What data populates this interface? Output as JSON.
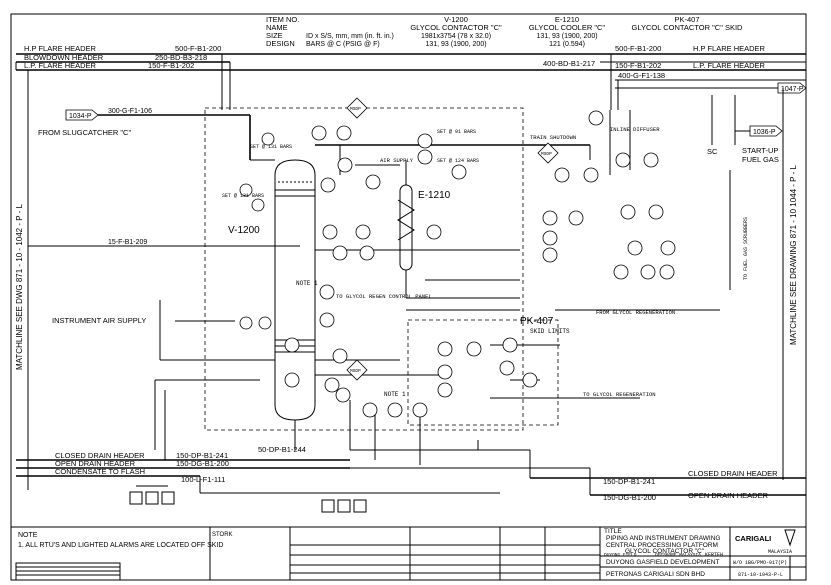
{
  "header_block": {
    "item_no": "ITEM NO.",
    "name": "NAME",
    "size": "SIZE",
    "design": "DESIGN",
    "size_units": "ID x S/S, mm, mm (in. ft. in.)",
    "design_units": "BARS @ C (PSIG @ F)",
    "v1200_tag": "V-1200",
    "v1200_name": "GLYCOL CONTACTOR \"C\"",
    "v1200_size": "1981x3754 (78 x 32.0)",
    "v1200_design": "131, 93 (1900, 200)",
    "e1210_tag": "E-1210",
    "e1210_name": "GLYCOL COOLER \"C\"",
    "e1210_size": "131, 93 (1900, 200)",
    "e1210_design": "121 (0.594)",
    "pk407_tag": "PK-407",
    "pk407_name": "GLYCOL CONTACTOR \"C\" SKID"
  },
  "headers_top": {
    "hp_flare": "H.P FLARE HEADER",
    "hp_flare_line": "500-F-B1-200",
    "blowdown": "BLOWDOWN HEADER",
    "blowdown_line": "250-BD-B3-218",
    "lp_flare": "L.P. FLARE HEADER",
    "lp_flare_line": "150-F-B1-202",
    "bd_right_line": "400-BD-B1-217",
    "hp_right_line": "500-F-B1-200",
    "hp_right_label": "H.P FLARE HEADER",
    "lp_right_line": "150-F-B1-202",
    "lp_right_label": "L.P. FLARE HEADER",
    "glycol_line": "400-G-F1-138",
    "offpage_1047": "1047-P",
    "offpage_1034": "1034-P",
    "offpage_1036": "1036-P"
  },
  "left": {
    "slugcatcher_line": "300-G-F1-106",
    "slugcatcher_label": "FROM SLUGCATCHER \"C\"",
    "flare_line_209": "15-F-B1-209",
    "instrument_air": "INSTRUMENT AIR SUPPLY",
    "matchline": "MATCHLINE   SEE DWG 871 - 10 - 1042 - P - L"
  },
  "right": {
    "startup_label": "START-UP FUEL GAS",
    "sc_label": "SC",
    "matchline": "MATCHLINE   SEE DRAWING 871 - 10 1044 - P - L",
    "inline_diffuser": "INLINE DIFFUSER",
    "glycol_scrubbers": "TO FUEL GAS SCRUBBERS"
  },
  "center": {
    "v1200_label": "V-1200",
    "e1210_label": "E-1210",
    "pk407_label": "PK-407",
    "pk407_sub": "SKID LIMITS",
    "train_shutdown": "TRAIN SHUTDOWN",
    "to_regen_panel": "TO GLYCOL REGEN CONTROL PANEL",
    "note1_a": "NOTE 1",
    "note1_b": "NOTE 1",
    "from_regen": "FROM GLYCOL REGENERATION",
    "to_regen": "TO GLYCOL REGENERATION",
    "air_supply": "AIR SUPPLY",
    "msdp_a": "MSDP",
    "msdp_b": "MSDP",
    "msdp_c": "MSDP",
    "set_a": "SET @ 91 BARS",
    "set_b": "SET @ 131 BARS",
    "set_c": "SET @ 124 BARS",
    "set_d": "SET @ 131 BARS"
  },
  "bottom_headers": {
    "closed_drain": "CLOSED DRAIN HEADER",
    "closed_drain_line": "150-DP-B1-241",
    "open_drain": "OPEN DRAIN HEADER",
    "open_drain_line": "150-DG-B1-200",
    "condensate": "CONDENSATE TO FLASH",
    "condensate_line": "100-L-F1-111",
    "dp_244": "50-DP-B1-244",
    "closed_right_line": "150-DP-B1-241",
    "closed_right_label": "CLOSED DRAIN HEADER",
    "open_right_line": "150-DG-B1-200",
    "open_right_label": "OPEN DRAIN HEADER"
  },
  "notes": {
    "heading": "NOTE",
    "note1": "1. ALL RTU'S AND LIGHTED ALARMS ARE LOCATED OFF SKID"
  },
  "title_block": {
    "title_word": "TITLE",
    "title_line1": "PIPING AND INSTRUMENT DRAWING",
    "title_line2": "CENTRAL PROCESSING PLATFORM",
    "title_line3": "GLYCOL CONTACTOR \"C\"",
    "field": "DUYONG FIELD",
    "location": "OFFSHORE MALAYSIA",
    "contractor": "KERTEH",
    "project": "DUYONG GASFIELD DEVELOPMENT",
    "company": "PETRONAS CARIGALI SDN BHD",
    "wo_no": "W/O 1BG/PMO-017(P)",
    "dwg_no": "871-10-1043-P-L",
    "logo_text": "CARIGALI",
    "malaysia": "MALAYSIA",
    "vendor": "STORK"
  }
}
